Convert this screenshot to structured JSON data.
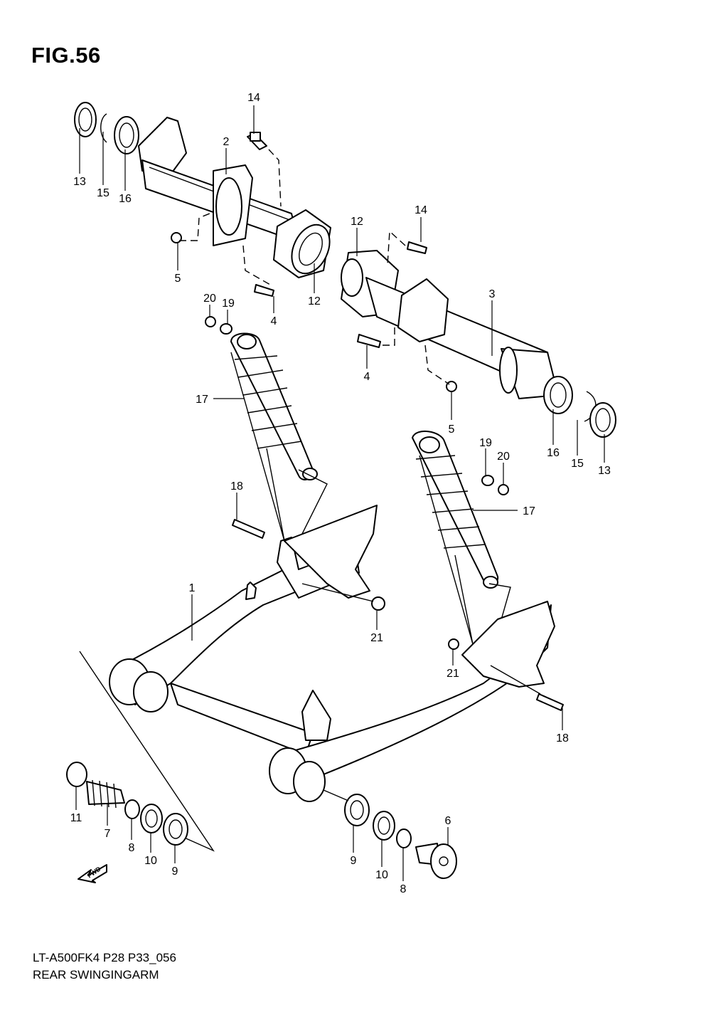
{
  "figure": {
    "title": "FIG.56",
    "model_code": "LT-A500FK4 P28 P33_056",
    "name": "REAR SWINGINGARM"
  },
  "fwd_label": "FWD",
  "callouts": [
    {
      "id": "c13a",
      "text": "13"
    },
    {
      "id": "c15a",
      "text": "15"
    },
    {
      "id": "c16a",
      "text": "16"
    },
    {
      "id": "c2",
      "text": "2"
    },
    {
      "id": "c14a",
      "text": "14"
    },
    {
      "id": "c5a",
      "text": "5"
    },
    {
      "id": "c4a",
      "text": "4"
    },
    {
      "id": "c12a",
      "text": "12"
    },
    {
      "id": "c12b",
      "text": "12"
    },
    {
      "id": "c14b",
      "text": "14"
    },
    {
      "id": "c3",
      "text": "3"
    },
    {
      "id": "c20a",
      "text": "20"
    },
    {
      "id": "c19a",
      "text": "19"
    },
    {
      "id": "c4b",
      "text": "4"
    },
    {
      "id": "c5b",
      "text": "5"
    },
    {
      "id": "c16b",
      "text": "16"
    },
    {
      "id": "c15b",
      "text": "15"
    },
    {
      "id": "c13b",
      "text": "13"
    },
    {
      "id": "c17a",
      "text": "17"
    },
    {
      "id": "c19b",
      "text": "19"
    },
    {
      "id": "c20b",
      "text": "20"
    },
    {
      "id": "c17b",
      "text": "17"
    },
    {
      "id": "c18a",
      "text": "18"
    },
    {
      "id": "c1",
      "text": "1"
    },
    {
      "id": "c21a",
      "text": "21"
    },
    {
      "id": "c21b",
      "text": "21"
    },
    {
      "id": "c18b",
      "text": "18"
    },
    {
      "id": "c11",
      "text": "11"
    },
    {
      "id": "c7",
      "text": "7"
    },
    {
      "id": "c8a",
      "text": "8"
    },
    {
      "id": "c10a",
      "text": "10"
    },
    {
      "id": "c9a",
      "text": "9"
    },
    {
      "id": "c9b",
      "text": "9"
    },
    {
      "id": "c10b",
      "text": "10"
    },
    {
      "id": "c8b",
      "text": "8"
    },
    {
      "id": "c6",
      "text": "6"
    }
  ]
}
